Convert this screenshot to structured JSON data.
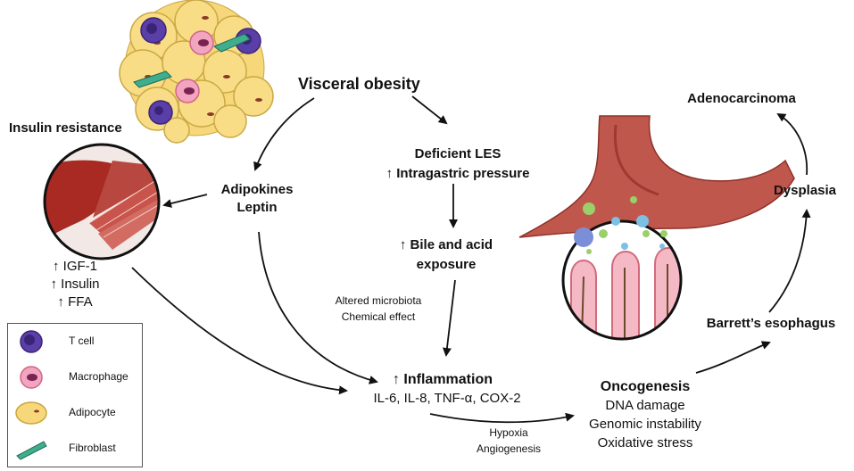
{
  "nodes": {
    "visceral_obesity": "Visceral obesity",
    "insulin_resistance": "Insulin resistance",
    "adipokines": "Adipokines",
    "leptin": "Leptin",
    "deficient_les": "Deficient LES",
    "intragastric_pressure": "↑ Intragastric pressure",
    "bile_acid_1": "↑ Bile and acid",
    "bile_acid_2": "exposure",
    "altered_microbiota": "Altered microbiota",
    "chemical_effect": "Chemical effect",
    "igf1": "↑ IGF-1",
    "insulin": "↑ Insulin",
    "ffa": "↑ FFA",
    "inflammation": "↑ Inflammation",
    "cytokines": "IL-6, IL-8, TNF-α, COX-2",
    "hypoxia": "Hypoxia",
    "angiogenesis": "Angiogenesis",
    "oncogenesis": "Oncogenesis",
    "dna_damage": "DNA damage",
    "genomic_instability": "Genomic instability",
    "oxidative_stress": "Oxidative stress",
    "barretts": "Barrett’s esophagus",
    "dysplasia": "Dysplasia",
    "adenocarcinoma": "Adenocarcinoma"
  },
  "legend": [
    {
      "label": "T cell",
      "icon": "t-cell-icon",
      "color": "#5b3fa8"
    },
    {
      "label": "Macrophage",
      "icon": "macrophage-icon",
      "color": "#e888a8"
    },
    {
      "label": "Adipocyte",
      "icon": "adipocyte-icon",
      "color": "#f6d77a"
    },
    {
      "label": "Fibroblast",
      "icon": "fibroblast-icon",
      "color": "#3fae8e"
    }
  ],
  "colors": {
    "adipocyte": "#f6d77a",
    "t_cell": "#5b3fa8",
    "macrophage": "#e888a8",
    "fibroblast": "#3fae8e",
    "liver": "#a82a22",
    "muscle": "#c8544c",
    "esophagus": "#c0574d"
  }
}
